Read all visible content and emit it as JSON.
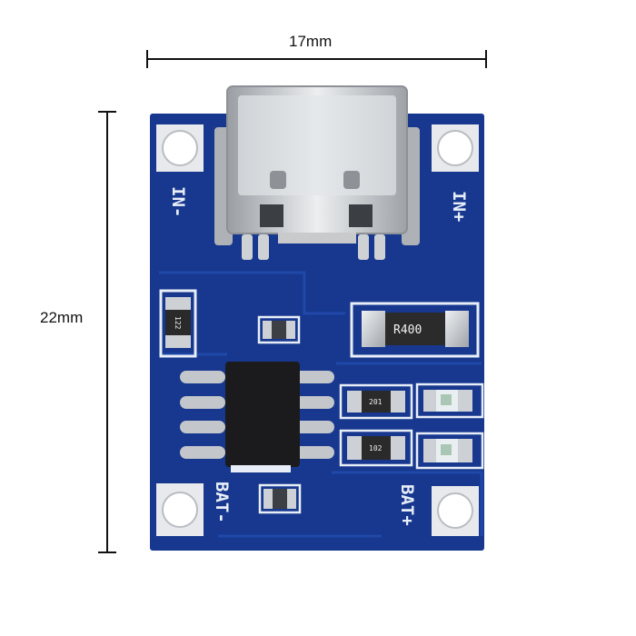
{
  "dimensions": {
    "width_label": "17mm",
    "height_label": "22mm"
  },
  "board": {
    "pad_labels": {
      "in_minus": "IN-",
      "in_plus": "IN+",
      "bat_minus": "BAT-",
      "bat_plus": "BAT+"
    },
    "component_codes": {
      "resistor": "R400",
      "smd_left": "122",
      "smd_middle_top": "201",
      "smd_middle_bottom": "102"
    }
  },
  "colors": {
    "pcb": "#17388e",
    "pcb_trace": "#1e45a3",
    "silkscreen": "#e8eef8",
    "pad": "#c9ccd0",
    "chip": "#1b1b1d",
    "background": "#ffffff"
  }
}
